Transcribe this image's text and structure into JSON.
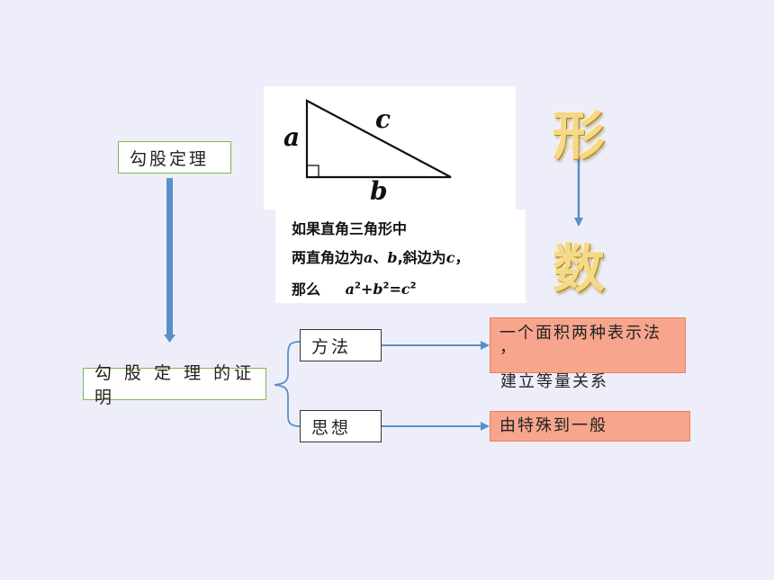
{
  "nodes": {
    "theorem": "勾股定理",
    "proof": "勾 股 定 理 的证明",
    "method": "方法",
    "thought": "思想"
  },
  "results": {
    "method_line1": "一个面积两种表示法",
    "method_comma": "，",
    "method_line2": "建立等量关系",
    "thought": "由特殊到一般"
  },
  "triangle": {
    "a": "a",
    "b": "b",
    "c": "c"
  },
  "theorem_text": {
    "line1": "如果直角三角形中",
    "line2_pre": "两直角边为",
    "line2_a": "a",
    "line2_sep": "、",
    "line2_b": "b",
    "line2_mid": ",斜边为",
    "line2_c": "c",
    "line2_end": "，",
    "line3_pre": "那么",
    "formula": {
      "a": "a",
      "b": "b",
      "c": "c",
      "exp": "2",
      "plus": "+",
      "eq": "="
    }
  },
  "shape_number": {
    "shape": "形",
    "number": "数"
  },
  "colors": {
    "background": "#eeeefa",
    "arrow": "#5b8fc9",
    "result_fill": "#f7a58c",
    "result_border": "#e9805e",
    "node_green_border": "#7cb84a",
    "gold_text": "#f3d98a"
  }
}
